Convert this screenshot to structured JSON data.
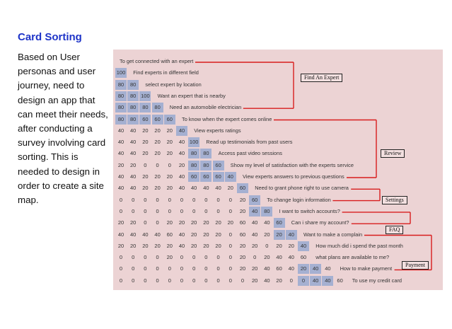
{
  "heading": "Card Sorting",
  "paragraph": "Based on User personas and user journey, need to design an app that can meet their needs, after conducting a survey involving card sorting. This is needed to design in order to create a site map.",
  "accent_color": "#1e34c8",
  "board_bg": "#ecd3d4",
  "bracket_color": "#d81d1d",
  "groups": [
    {
      "label": "Find An Expert",
      "from": 0,
      "to": 4
    },
    {
      "label": "Review",
      "from": 5,
      "to": 10
    },
    {
      "label": "Settings",
      "from": 11,
      "to": 12
    },
    {
      "label": "FAQ",
      "from": 13,
      "to": 14
    },
    {
      "label": "Payment",
      "from": 15,
      "to": 18
    }
  ],
  "items": [
    {
      "text": "To get connected with an expert",
      "values": [],
      "hi": []
    },
    {
      "text": "Find experts in different field",
      "values": [
        "100"
      ],
      "hi": [
        0
      ]
    },
    {
      "text": "select expert by location",
      "values": [
        "80",
        "80"
      ],
      "hi": [
        0,
        1
      ]
    },
    {
      "text": "Want an expert that is nearby",
      "values": [
        "80",
        "80",
        "100"
      ],
      "hi": [
        0,
        1,
        2
      ]
    },
    {
      "text": "Need an automobile electrician",
      "values": [
        "80",
        "80",
        "80",
        "80"
      ],
      "hi": [
        0,
        1,
        2,
        3
      ]
    },
    {
      "text": "To know when the expert comes online",
      "values": [
        "80",
        "80",
        "60",
        "60",
        "60"
      ],
      "hi": [
        0,
        1,
        2,
        3,
        4
      ]
    },
    {
      "text": "View experts ratings",
      "values": [
        "40",
        "40",
        "20",
        "20",
        "20",
        "40"
      ],
      "hi": [
        5
      ]
    },
    {
      "text": "Read up testimonials from past users",
      "values": [
        "40",
        "40",
        "20",
        "20",
        "20",
        "40",
        "100"
      ],
      "hi": [
        6
      ]
    },
    {
      "text": "Access past video sessions",
      "values": [
        "40",
        "40",
        "20",
        "20",
        "20",
        "40",
        "80",
        "80"
      ],
      "hi": [
        6,
        7
      ]
    },
    {
      "text": "Show my level of satisfaction with the experts service",
      "values": [
        "20",
        "20",
        "0",
        "0",
        "0",
        "20",
        "80",
        "80",
        "60"
      ],
      "hi": [
        6,
        7,
        8
      ]
    },
    {
      "text": "View experts answers to previous questions",
      "values": [
        "40",
        "40",
        "20",
        "20",
        "20",
        "40",
        "60",
        "60",
        "60",
        "40"
      ],
      "hi": [
        6,
        7,
        8,
        9
      ]
    },
    {
      "text": "Need to grant phone right to use camera",
      "values": [
        "40",
        "40",
        "20",
        "20",
        "20",
        "40",
        "40",
        "40",
        "40",
        "20",
        "60"
      ],
      "hi": [
        10
      ]
    },
    {
      "text": "To change login information",
      "values": [
        "0",
        "0",
        "0",
        "0",
        "0",
        "0",
        "0",
        "0",
        "0",
        "0",
        "20",
        "60"
      ],
      "hi": [
        11
      ]
    },
    {
      "text": "I want to switch accounts?",
      "values": [
        "0",
        "0",
        "0",
        "0",
        "0",
        "0",
        "0",
        "0",
        "0",
        "0",
        "20",
        "40",
        "80"
      ],
      "hi": [
        11,
        12
      ]
    },
    {
      "text": "Can i share my account?",
      "values": [
        "20",
        "20",
        "0",
        "0",
        "20",
        "20",
        "20",
        "20",
        "20",
        "20",
        "60",
        "40",
        "40",
        "60"
      ],
      "hi": [
        13
      ]
    },
    {
      "text": "Want to make a complain",
      "values": [
        "40",
        "40",
        "40",
        "40",
        "60",
        "40",
        "20",
        "20",
        "20",
        "0",
        "60",
        "40",
        "20",
        "20",
        "40"
      ],
      "hi": [
        13,
        14
      ]
    },
    {
      "text": "How much did i spend the past month",
      "values": [
        "20",
        "20",
        "20",
        "20",
        "20",
        "40",
        "20",
        "20",
        "20",
        "0",
        "20",
        "20",
        "0",
        "20",
        "20",
        "40"
      ],
      "hi": [
        15
      ]
    },
    {
      "text": "what plans are available to me?",
      "values": [
        "0",
        "0",
        "0",
        "0",
        "20",
        "0",
        "0",
        "0",
        "0",
        "0",
        "20",
        "0",
        "20",
        "40",
        "40",
        "60"
      ],
      "hi": [
        16
      ]
    },
    {
      "text": "How to make payment",
      "values": [
        "0",
        "0",
        "0",
        "0",
        "0",
        "0",
        "0",
        "0",
        "0",
        "0",
        "20",
        "20",
        "40",
        "60",
        "40",
        "20",
        "40",
        "40"
      ],
      "hi": [
        15,
        16
      ]
    },
    {
      "text": "To use my credit card",
      "values": [
        "0",
        "0",
        "0",
        "0",
        "0",
        "0",
        "0",
        "0",
        "0",
        "0",
        "0",
        "20",
        "40",
        "20",
        "0",
        "0",
        "40",
        "40",
        "60"
      ],
      "hi": [
        15,
        16,
        17
      ]
    }
  ]
}
